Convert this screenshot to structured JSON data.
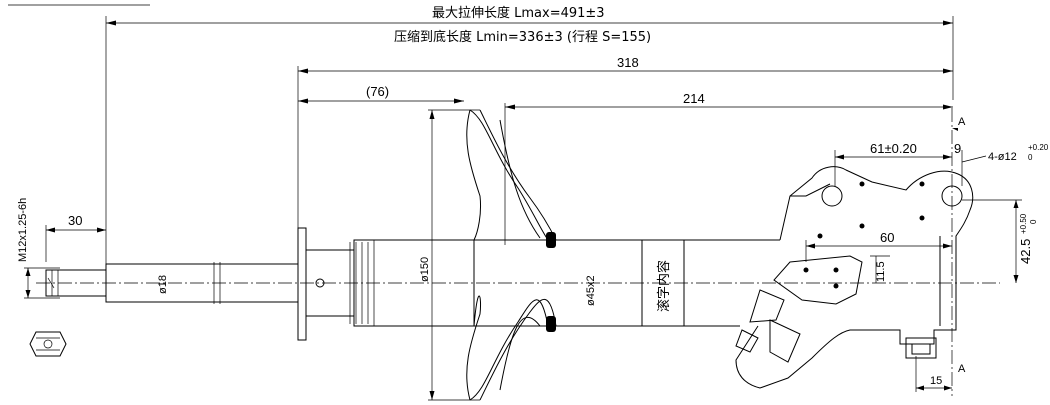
{
  "dimensions": {
    "max_length": "最大拉伸长度 Lmax=491±3",
    "min_length": "压缩到底长度 Lmin=336±3 (行程 S=155)",
    "d318": "318",
    "d76": "(76)",
    "d214": "214",
    "d30": "30",
    "thread": "M12x1.25-6h",
    "dia18": "ø18",
    "dia150": "ø150",
    "dia45": "ø45x2",
    "d61": "61±0.20",
    "d9": "9",
    "holes": "4-ø12",
    "holes_tol_upper": "+0.20",
    "holes_tol_lower": "0",
    "d60": "60",
    "d11_5": "11.5",
    "d42_5": "42.5",
    "d42_5_tol_upper": "+0.50",
    "d42_5_tol_lower": "0",
    "d15": "15",
    "section_top": "A",
    "section_bottom": "A"
  },
  "body_label": "滚字内容"
}
